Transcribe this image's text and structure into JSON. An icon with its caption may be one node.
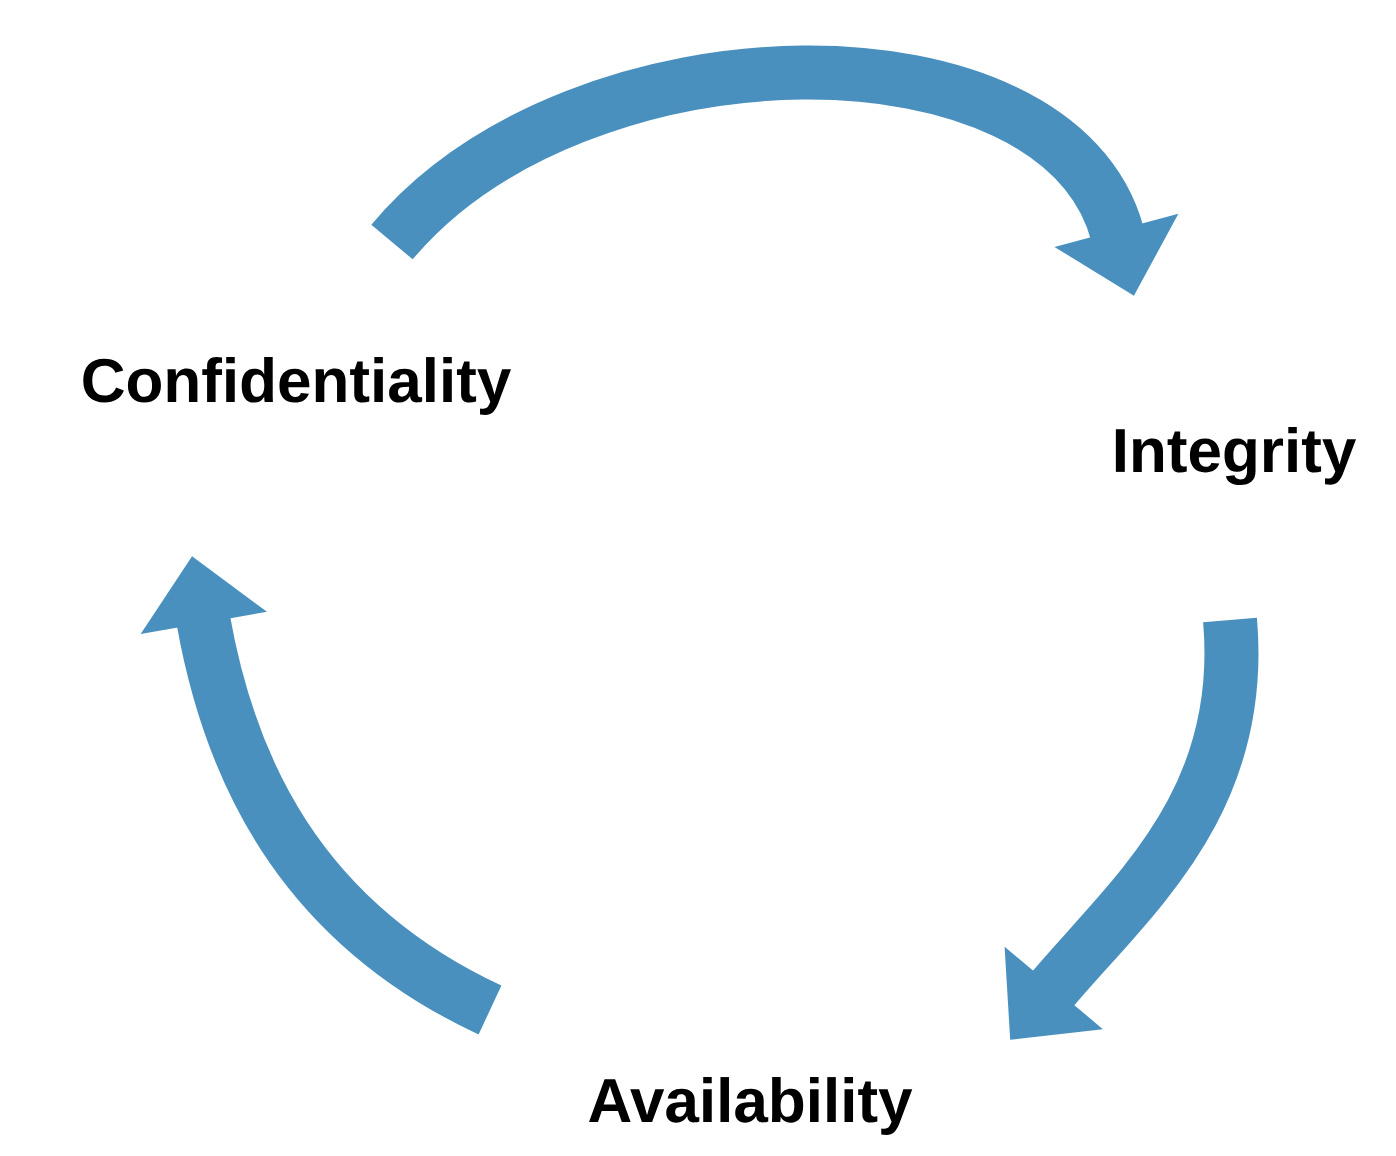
{
  "diagram": {
    "nodes": [
      {
        "text": [
          "Confidentiality"
        ]
      },
      {
        "text": [
          "Integrity"
        ]
      },
      {
        "text": [
          "Availability"
        ]
      }
    ],
    "edges": [
      {
        "from": 0,
        "to": 1,
        "arrow": "to"
      },
      {
        "from": 1,
        "to": 2,
        "arrow": "to"
      },
      {
        "from": 2,
        "to": 0,
        "arrow": "to"
      }
    ]
  }
}
